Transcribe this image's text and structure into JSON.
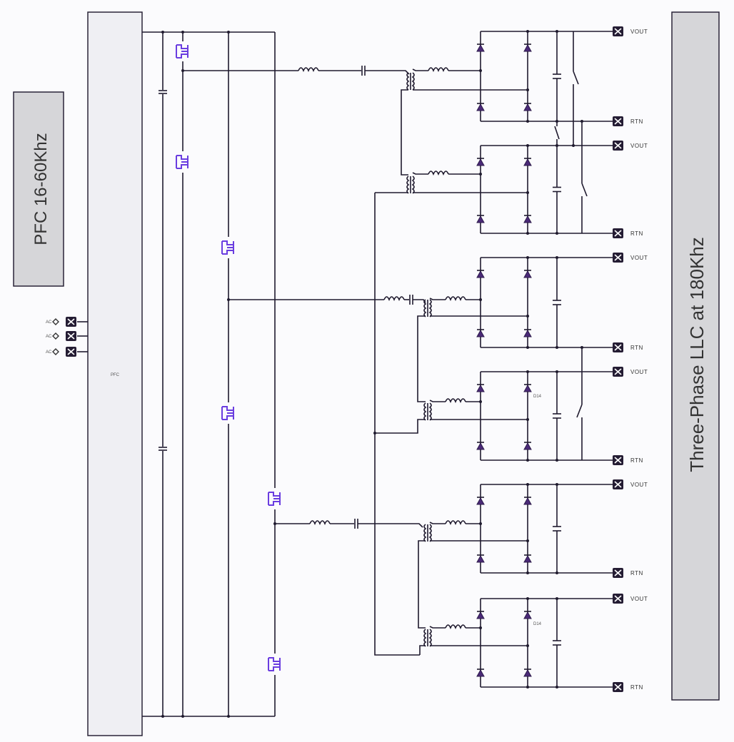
{
  "blocks": {
    "pfc_title": "PFC 16-60Khz",
    "pfc_block": "PFC",
    "llc_title": "Three-Phase  LLC at 180Khz"
  },
  "colors": {
    "block_fill": "#d6d6d9",
    "pfc_bar_fill": "#efeff3",
    "wire": "#1f1a2e",
    "diode": "#4b2a78",
    "mosfet": "#6a3de0"
  },
  "ac_inputs": [
    {
      "label": "AC"
    },
    {
      "label": "AC"
    },
    {
      "label": "AC"
    }
  ],
  "outputs": [
    {
      "label": "VOUT"
    },
    {
      "label": "RTN"
    },
    {
      "label": "VOUT"
    },
    {
      "label": "RTN"
    },
    {
      "label": "VOUT"
    },
    {
      "label": "RTN"
    },
    {
      "label": "VOUT"
    },
    {
      "label": "RTN"
    },
    {
      "label": "VOUT"
    },
    {
      "label": "RTN"
    },
    {
      "label": "VOUT"
    },
    {
      "label": "RTN"
    }
  ],
  "component_labels": {
    "diode_ref_a": "D14",
    "diode_ref_b": "D14"
  }
}
